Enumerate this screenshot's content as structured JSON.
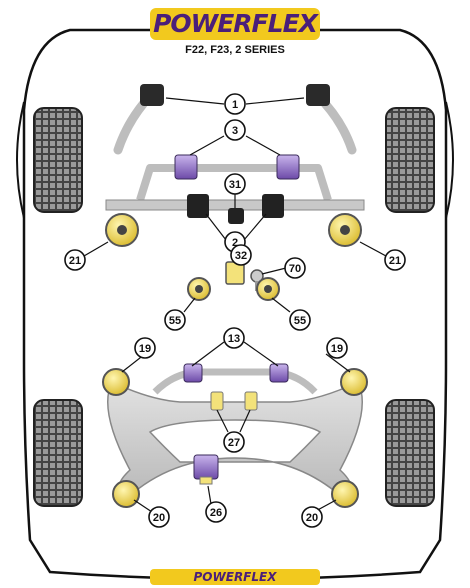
{
  "brand": {
    "name": "POWERFLEX",
    "footer_name": "POWERFLEX",
    "yellow": "#f2c91e",
    "purple": "#4a1f7a"
  },
  "model": "F22, F23, 2 SERIES",
  "colors": {
    "frame": "#cccccc",
    "frame_edge": "#888888",
    "bush_yellow": "#f3e27a",
    "bush_purple": "#a58bd1",
    "tyre": "#444444",
    "outline": "#222222"
  },
  "callouts": [
    {
      "id": "c1",
      "label": "1",
      "target": "front-arb-link-bush"
    },
    {
      "id": "c3",
      "label": "3",
      "target": "anti-roll-bar-outer-bush"
    },
    {
      "id": "c31",
      "label": "31",
      "target": "centre-mount-bush"
    },
    {
      "id": "c2",
      "label": "2",
      "target": "anti-roll-bar-bush"
    },
    {
      "id": "c21l",
      "label": "21",
      "target": "front-wishbone-rear-bush-left"
    },
    {
      "id": "c21r",
      "label": "21",
      "target": "front-wishbone-rear-bush-right"
    },
    {
      "id": "c32",
      "label": "32",
      "target": "engine-mount-insert"
    },
    {
      "id": "c70",
      "label": "70",
      "target": "engine-mount-bolt"
    },
    {
      "id": "c55l",
      "label": "55",
      "target": "gearbox-mount-left"
    },
    {
      "id": "c55r",
      "label": "55",
      "target": "gearbox-mount-right"
    },
    {
      "id": "c13",
      "label": "13",
      "target": "rear-arb-bush"
    },
    {
      "id": "c19l",
      "label": "19",
      "target": "subframe-front-mount-left"
    },
    {
      "id": "c19r",
      "label": "19",
      "target": "subframe-front-mount-right"
    },
    {
      "id": "c27",
      "label": "27",
      "target": "diff-front-mount"
    },
    {
      "id": "c20l",
      "label": "20",
      "target": "subframe-rear-mount-left"
    },
    {
      "id": "c20r",
      "label": "20",
      "target": "subframe-rear-mount-right"
    },
    {
      "id": "c26",
      "label": "26",
      "target": "diff-rear-mount"
    }
  ]
}
